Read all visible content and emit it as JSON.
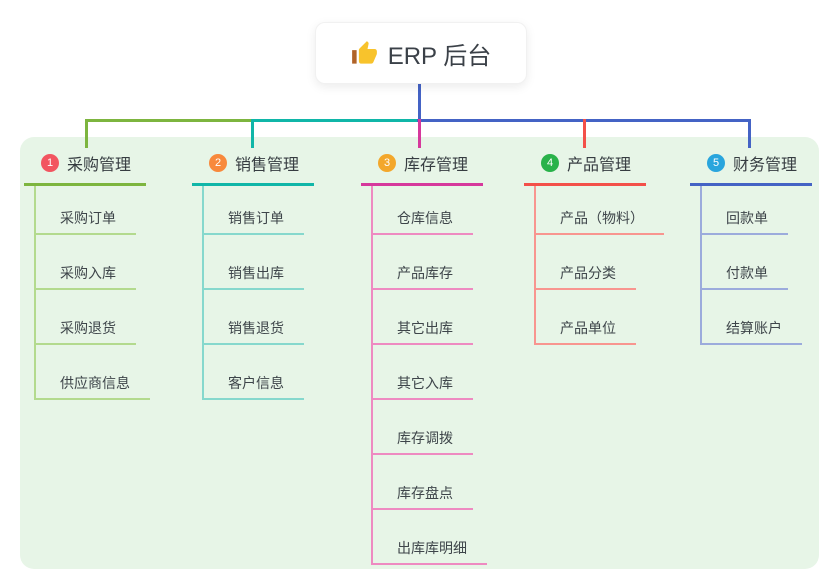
{
  "root": {
    "label": "ERP 后台",
    "icon": "thumbs-up",
    "icon_color": "#f8c32c"
  },
  "canvas": {
    "page_bg": "#ffffff",
    "panel_bg": "#e7f5e7",
    "root_stem_color": "#4463c5",
    "text_color": "#363c41"
  },
  "branches": [
    {
      "badge": "1",
      "label": "采购管理",
      "colors": {
        "badge": "#f25560",
        "line": "#7db53f",
        "child_line": "#b3da8e"
      },
      "children": [
        "采购订单",
        "采购入库",
        "采购退货",
        "供应商信息"
      ]
    },
    {
      "badge": "2",
      "label": "销售管理",
      "colors": {
        "badge": "#f8893c",
        "line": "#10b6a8",
        "child_line": "#86d8cd"
      },
      "children": [
        "销售订单",
        "销售出库",
        "销售退货",
        "客户信息"
      ]
    },
    {
      "badge": "3",
      "label": "库存管理",
      "colors": {
        "badge": "#f3a72b",
        "line": "#d6389c",
        "child_line": "#ee8ac1"
      },
      "children": [
        "仓库信息",
        "产品库存",
        "其它出库",
        "其它入库",
        "库存调拨",
        "库存盘点",
        "出库库明细"
      ]
    },
    {
      "badge": "4",
      "label": "产品管理",
      "colors": {
        "badge": "#29b24a",
        "line": "#f35049",
        "child_line": "#f8958f"
      },
      "children": [
        "产品（物料）",
        "产品分类",
        "产品单位"
      ]
    },
    {
      "badge": "5",
      "label": "财务管理",
      "colors": {
        "badge": "#29a5dd",
        "line": "#4463c5",
        "child_line": "#9cabdc"
      },
      "children": [
        "回款单",
        "付款单",
        "结算账户"
      ]
    }
  ]
}
